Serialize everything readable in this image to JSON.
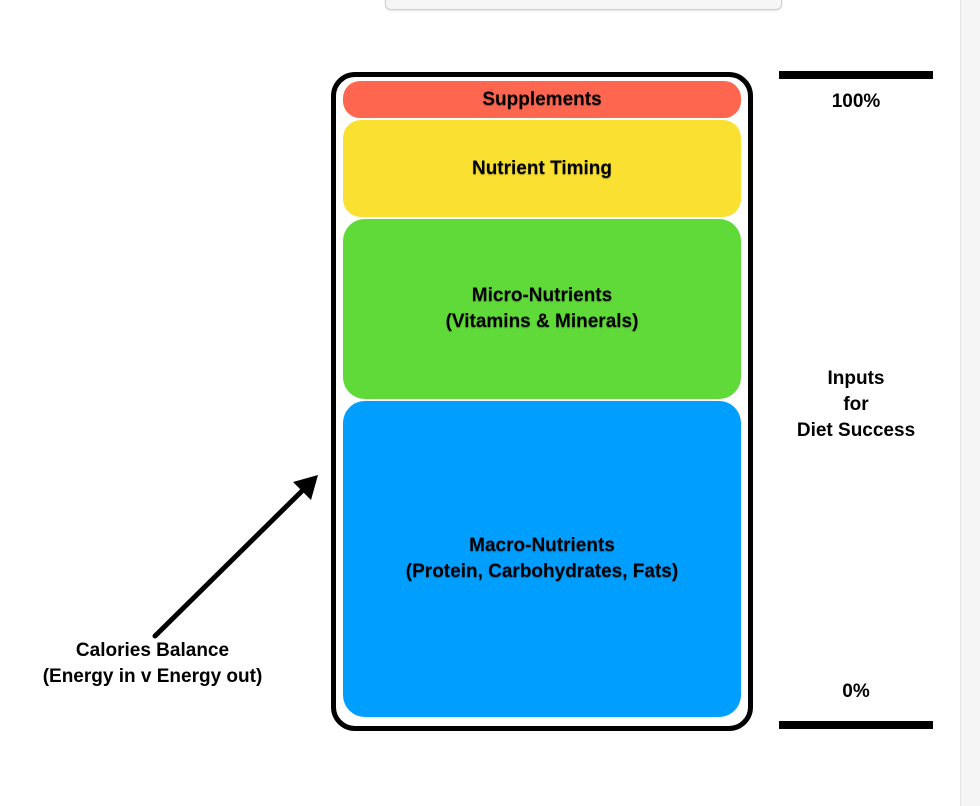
{
  "layers": [
    {
      "id": "supplements",
      "lines": [
        "Supplements"
      ],
      "color": "#FF6650"
    },
    {
      "id": "timing",
      "lines": [
        "Nutrient Timing"
      ],
      "color": "#F9E031"
    },
    {
      "id": "micro",
      "lines": [
        "Micro-Nutrients",
        "(Vitamins & Minerals)"
      ],
      "color": "#5FDA38"
    },
    {
      "id": "macro",
      "lines": [
        "Macro-Nutrients",
        "(Protein, Carbohydrates, Fats)"
      ],
      "color": "#009FFF"
    }
  ],
  "scale": {
    "top": "100%",
    "bottom": "0%"
  },
  "side_caption": [
    "Inputs",
    "for",
    "Diet Success"
  ],
  "callout": [
    "Calories Balance",
    "(Energy in v Energy out)"
  ]
}
